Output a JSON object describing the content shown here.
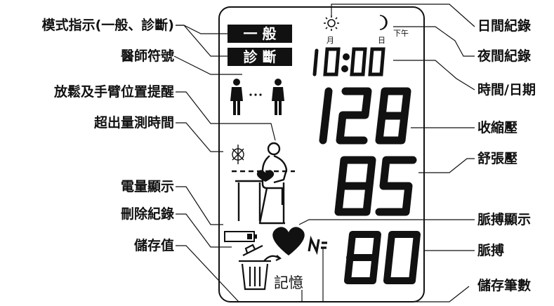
{
  "left_labels": {
    "mode": "模式指示(一般、診斷)",
    "doctor": "醫師符號",
    "relax": "放鬆及手臂位置提醒",
    "overtime": "超出量測時間",
    "battery": "電量顯示",
    "delete": "刪除紀錄",
    "stored": "儲存值"
  },
  "right_labels": {
    "day": "日間紀錄",
    "night": "夜間紀錄",
    "time": "時間/日期",
    "systolic": "收縮壓",
    "diastolic": "舒張壓",
    "pulse_indicator": "脈搏顯示",
    "pulse": "脈搏",
    "count": "儲存筆數"
  },
  "display": {
    "mode_general": "一  般",
    "mode_diag": "診  斷",
    "sun_caption": "月",
    "moon_caption": "日",
    "pm": "下午",
    "time": "10:00",
    "systolic": "128",
    "diastolic": "85",
    "pulse": "80",
    "n_label": "N=",
    "memory": "記憶"
  }
}
